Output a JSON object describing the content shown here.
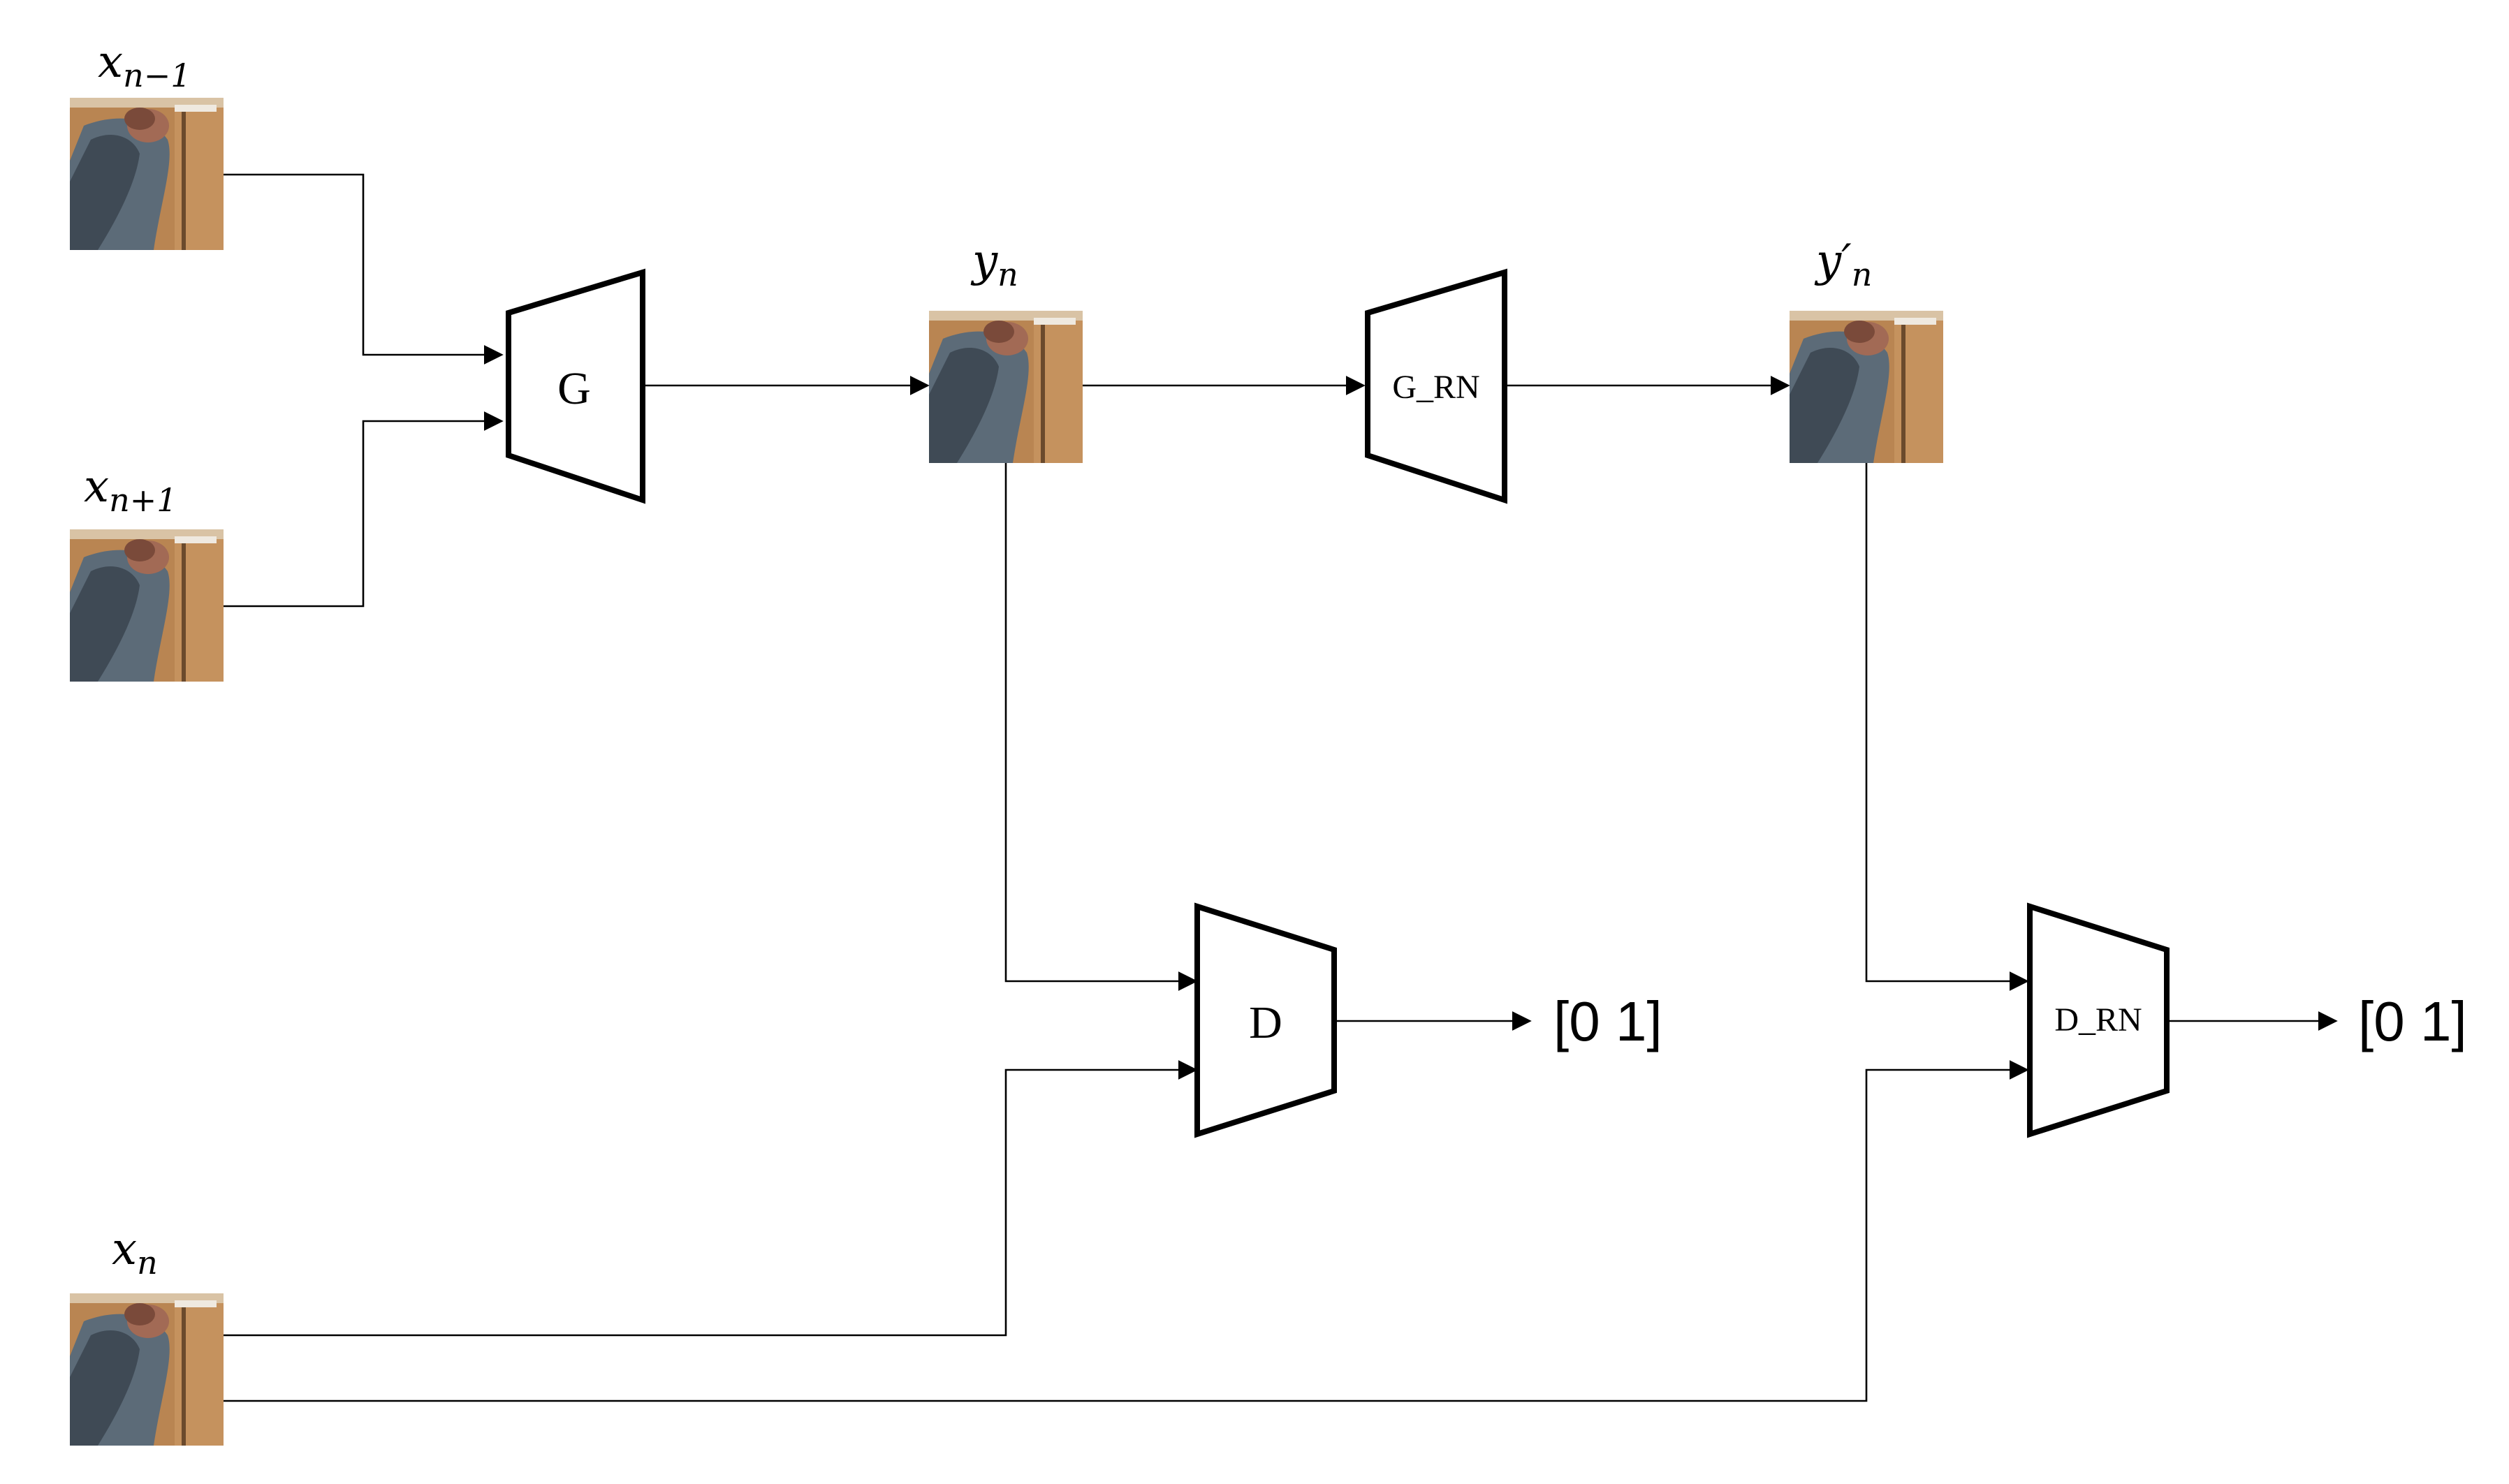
{
  "labels": {
    "x_prev": {
      "base": "x",
      "sub": "n−1"
    },
    "x_next": {
      "base": "x",
      "sub": "n+1"
    },
    "x_n": {
      "base": "x",
      "sub": "n"
    },
    "y_n": {
      "base": "y",
      "sub": "n"
    },
    "y_prime_n": {
      "base": "y′",
      "sub": "n"
    }
  },
  "blocks": {
    "generator": "G",
    "refine_generator": "G_RN",
    "discriminator": "D",
    "refine_discriminator": "D_RN"
  },
  "outputs": {
    "d_output": "[0 1]",
    "d_rn_output": "[0 1]"
  },
  "colors": {
    "line": "#000000",
    "frame_wall": "#b98552",
    "frame_dark": "#3f4a55",
    "frame_shirt": "#5c6b78",
    "frame_skin": "#a26a55"
  }
}
